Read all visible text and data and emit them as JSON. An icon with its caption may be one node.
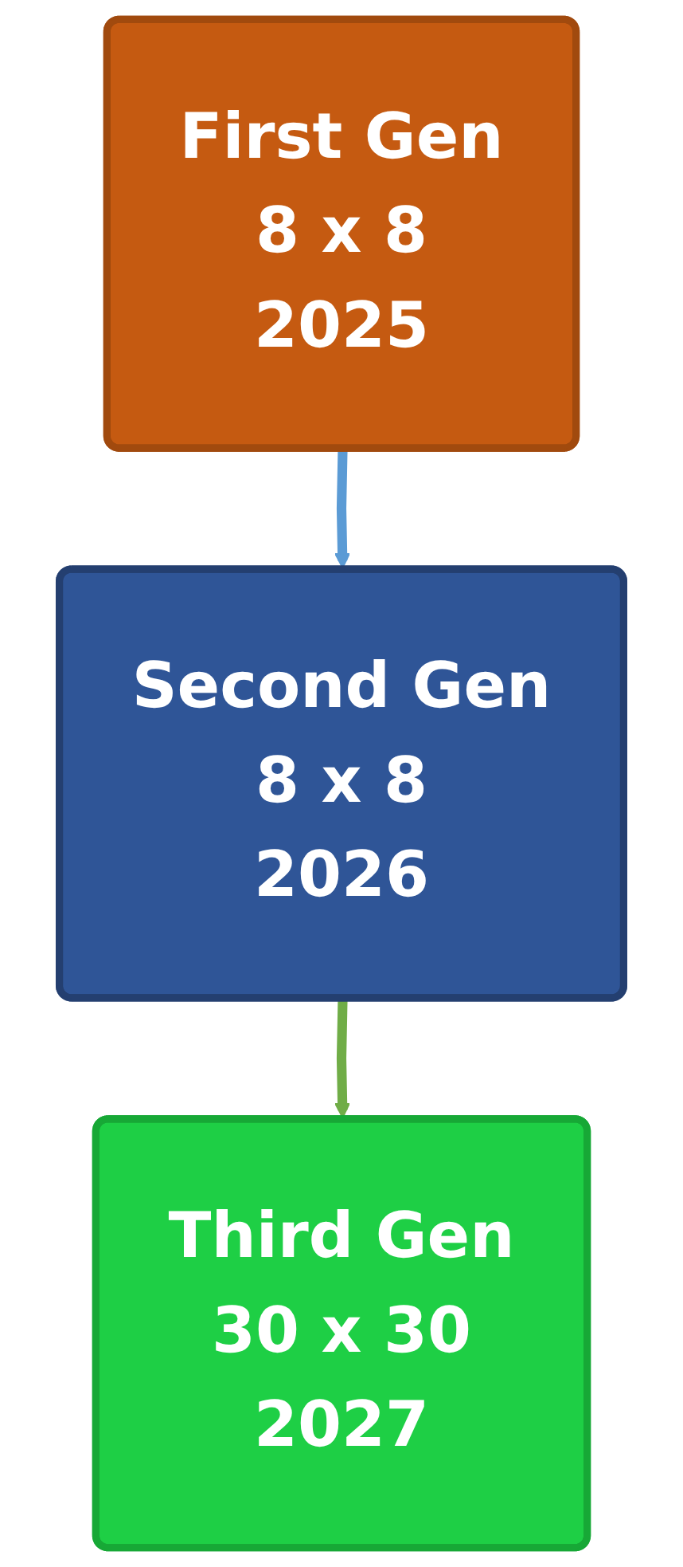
{
  "diagram": {
    "nodes": [
      {
        "text": [
          "First Gen",
          "8 x 8",
          "2025"
        ]
      },
      {
        "text": [
          "Second Gen",
          "8 x 8",
          "2026"
        ]
      },
      {
        "text": [
          "Third Gen",
          "30 x 30",
          "2027"
        ]
      }
    ],
    "edges": [
      {
        "from": 0,
        "to": 1,
        "arrow": "to",
        "color": "#5b9bd5"
      },
      {
        "from": 1,
        "to": 2,
        "arrow": "to",
        "color": "#70ad47"
      }
    ]
  }
}
